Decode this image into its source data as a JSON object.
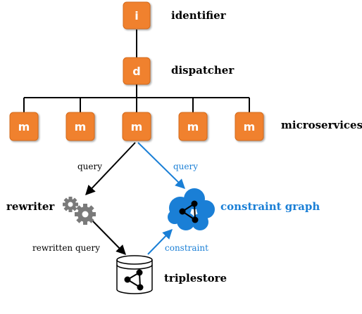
{
  "colors": {
    "node_fill": "#f0812f",
    "node_stroke": "#d46a1a",
    "blue": "#1a7fd6",
    "gear": "#7a7a7a"
  },
  "nodes": {
    "identifier": {
      "letter": "i",
      "label": "identifier"
    },
    "dispatcher": {
      "letter": "d",
      "label": "dispatcher"
    },
    "microservices": {
      "letters": [
        "m",
        "m",
        "m",
        "m",
        "m"
      ],
      "label": "microservices"
    },
    "rewriter": {
      "label": "rewriter",
      "icon": "gears-icon"
    },
    "constraint_graph": {
      "label": "constraint graph",
      "icon": "cloud-graph-icon"
    },
    "triplestore": {
      "label": "triplestore",
      "icon": "database-graph-icon"
    }
  },
  "edges": {
    "query_black": "query",
    "query_blue": "query",
    "rewritten_query": "rewritten query",
    "constraint": "constraint"
  }
}
